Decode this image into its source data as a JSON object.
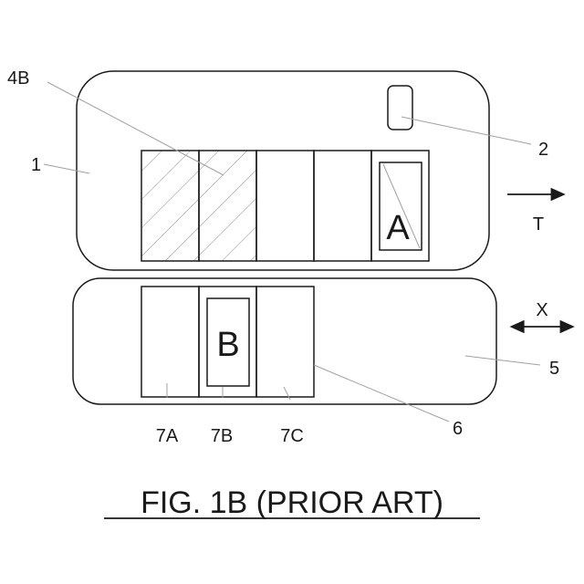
{
  "figure": {
    "caption": "FIG. 1B (PRIOR ART)"
  },
  "labels": {
    "ref_1": "1",
    "ref_2": "2",
    "ref_4b": "4B",
    "ref_5": "5",
    "ref_6": "6",
    "ref_7a": "7A",
    "ref_7b": "7B",
    "ref_7c": "7C",
    "box_a": "A",
    "box_b": "B",
    "arrow_t": "T",
    "arrow_x": "X"
  },
  "colors": {
    "stroke": "#1a1a1a",
    "leader": "#a0a0a0",
    "hatch": "#8a8a8a",
    "background": "#ffffff"
  }
}
